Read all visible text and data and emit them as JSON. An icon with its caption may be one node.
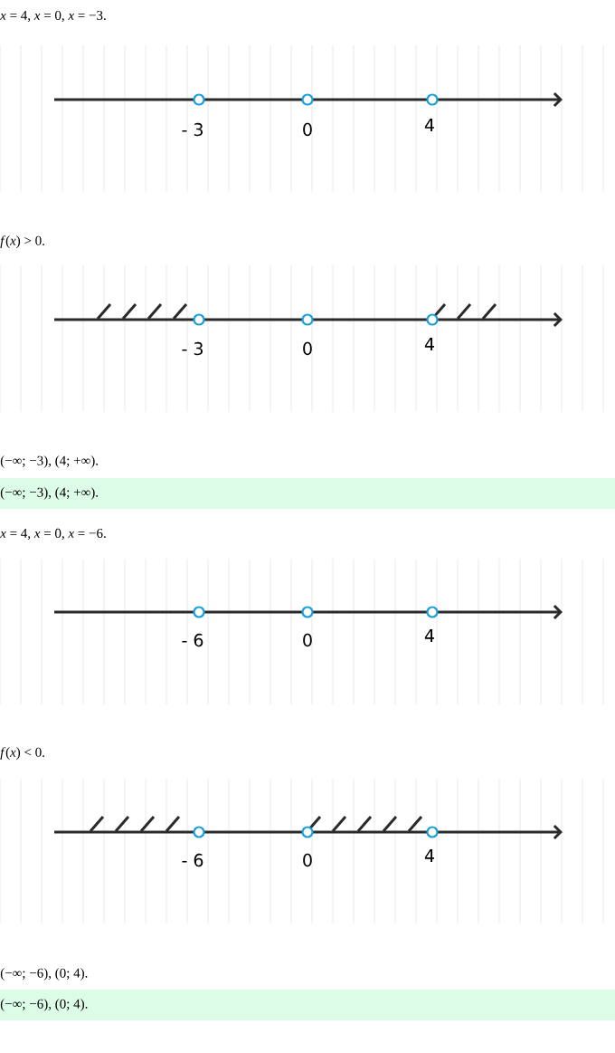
{
  "diagram": {
    "labels": [
      "*x* = 4,  *x* = 0,  *x* = −3.",
      "- 3",
      "0",
      "4",
      "*f*(*x*)  >  0.",
      "- 3",
      "0",
      "4",
      "(−∞;  −3),  (4;  +∞).",
      "(−∞;  −3),  (4;  +∞).",
      "*x* = 4,  *x* = 0,  *x* = −6.",
      "- 6",
      "0",
      "4",
      "*f*(*x*)  <  0.",
      "- 6",
      "0",
      "4",
      "(−∞;  −6),  (0;  4).",
      "(−∞;  −6),  (0;  4)."
    ]
  }
}
